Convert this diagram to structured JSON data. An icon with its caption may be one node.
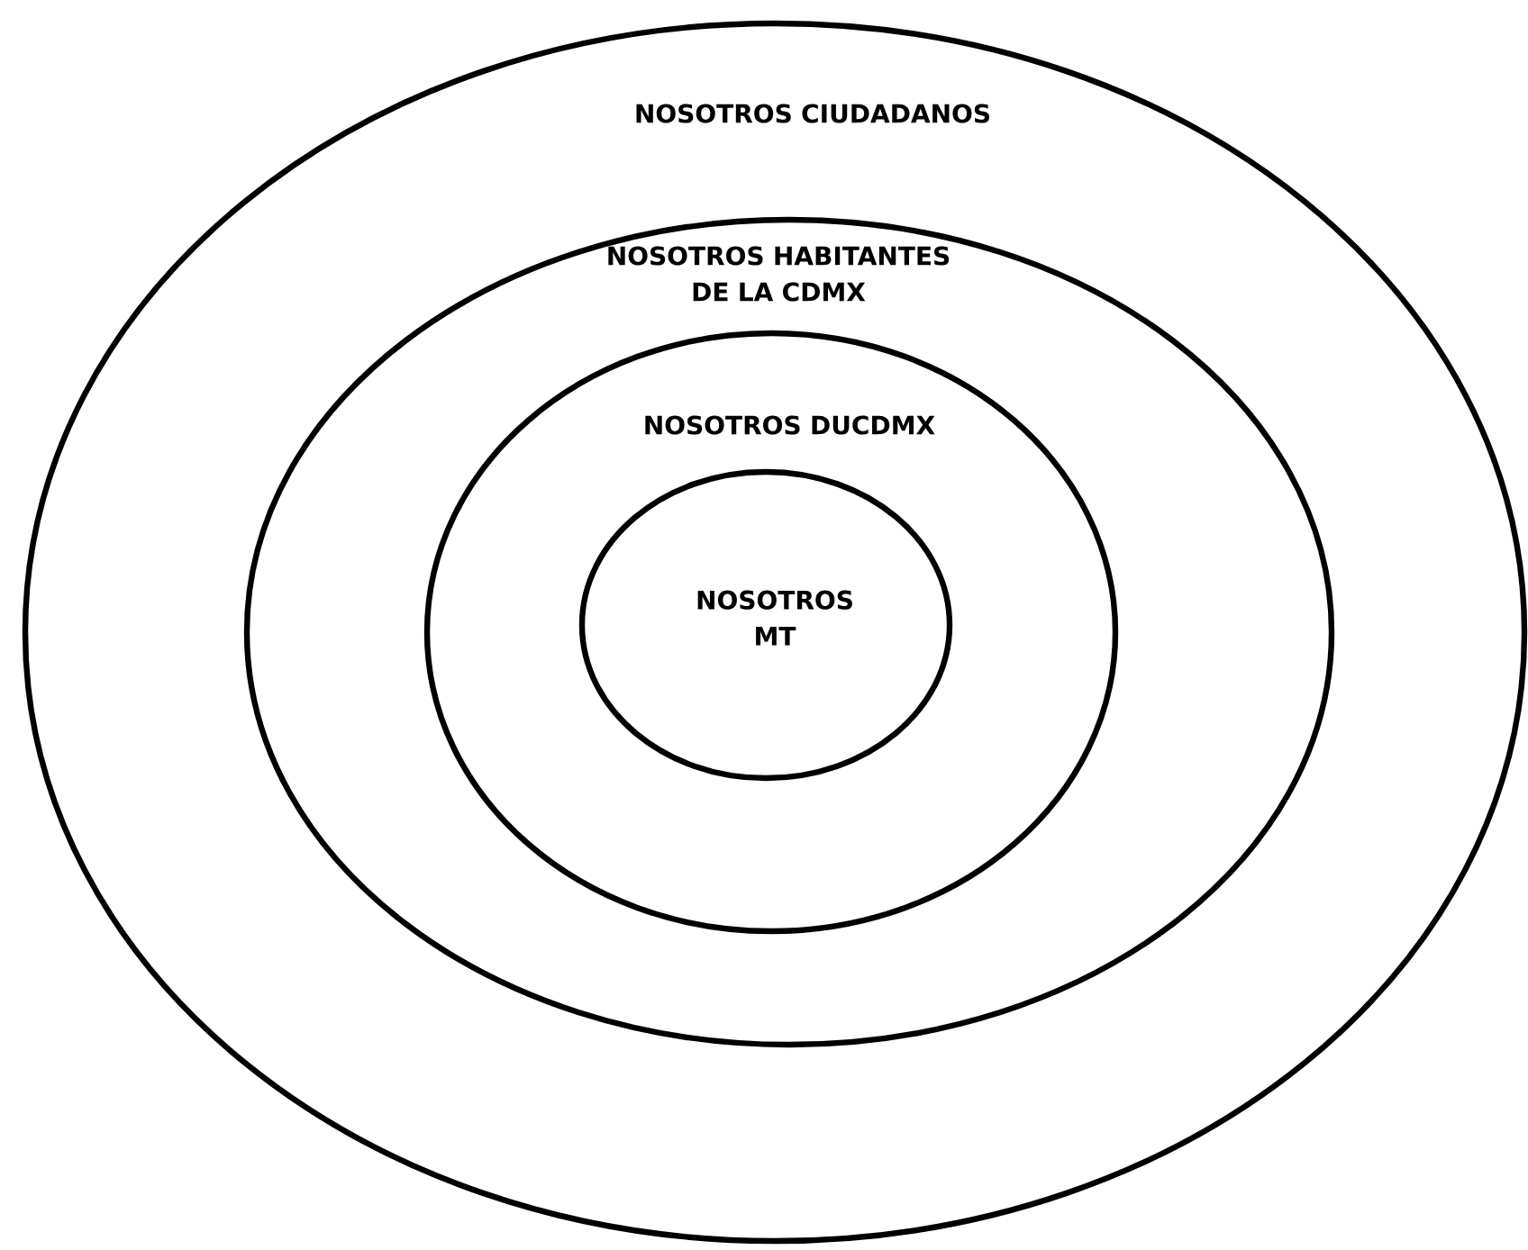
{
  "diagram": {
    "nodes": [
      {
        "text": [
          "NOSOTROS CIUDADANOS"
        ]
      },
      {
        "text": [
          "NOSOTROS HABITANTES DE LA CDMX"
        ],
        "in": 0
      },
      {
        "text": [
          "NOSOTROS DUCDMX"
        ],
        "in": 1
      },
      {
        "text": [
          "NOSOTROS MT"
        ],
        "in": 2
      }
    ]
  }
}
